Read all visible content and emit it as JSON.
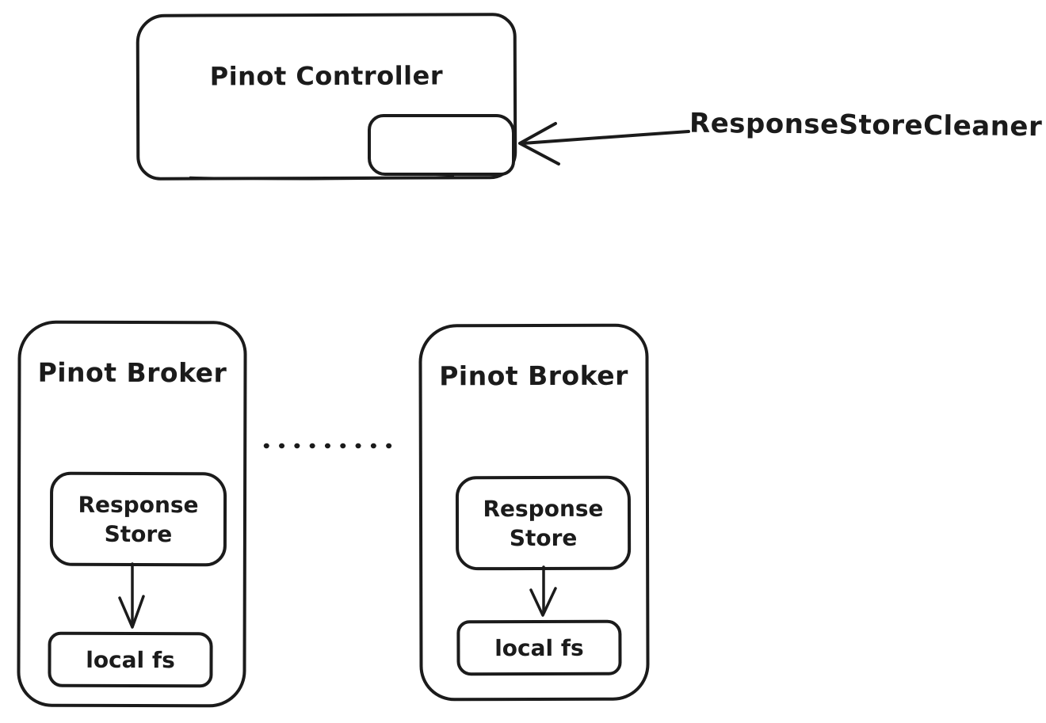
{
  "colors": {
    "stroke": "#1b1b1b",
    "background": "#ffffff"
  },
  "diagram": {
    "controller": {
      "label": "Pinot Controller"
    },
    "cleaner_annotation": {
      "label": "ResponseStoreCleaner"
    },
    "brokers": [
      {
        "label": "Pinot Broker",
        "store": "Response Store",
        "fs": "local fs"
      },
      {
        "label": "Pinot Broker",
        "store": "Response Store",
        "fs": "local fs"
      }
    ]
  }
}
